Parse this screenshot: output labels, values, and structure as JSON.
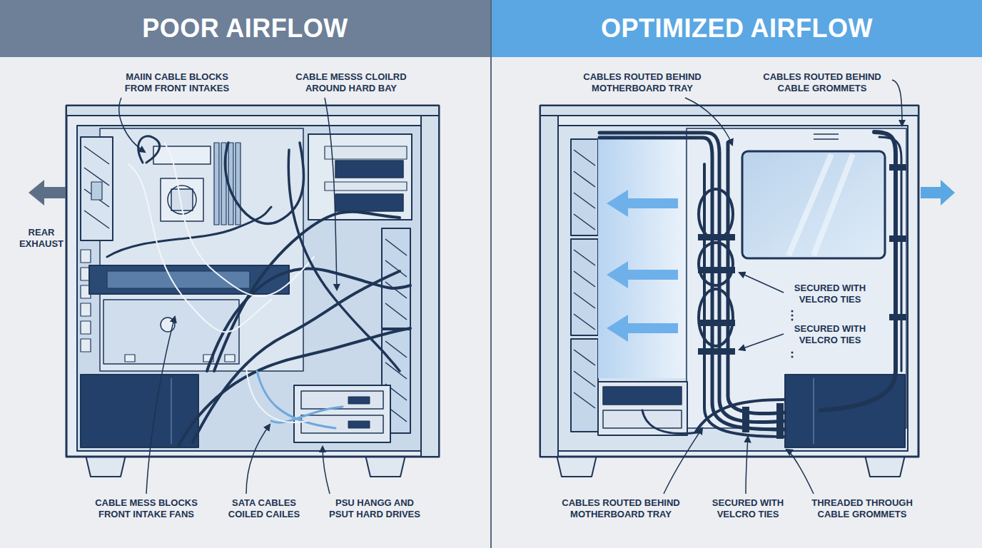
{
  "diagram": {
    "nodes": [
      {
        "text": [
          "POOR AIRFLOW"
        ]
      },
      {
        "text": [
          "OPTIMIZED AIRFLOW"
        ]
      }
    ],
    "labels": [
      "MAIIN CABLE BLOCKS FROM FRONT INTAKES",
      "CABLE MESSS CLOILRD AROUND HARD BAY",
      "CABLES ROUTED BEHIND MOTHERBOARD TRAY",
      "CABLES ROUTED BEHIND CABLE GROMMETS",
      "REAR EXHAUST",
      "SECURED WITH VELCRO TIES",
      "SECURED WITH VELCRO TIES",
      "CABLE MESS BLOCKS FRONT INTAKE FANS",
      "SATA CABLES COILED CAILES",
      "PSU HANGG AND PSUT HARD DRIVES",
      "CABLES ROUTED BEHIND MOTHERBOARD TRAY",
      "SECURED WITH VELCRO TIES",
      "THREADED THROUGH CABLE GROMMETS"
    ]
  }
}
